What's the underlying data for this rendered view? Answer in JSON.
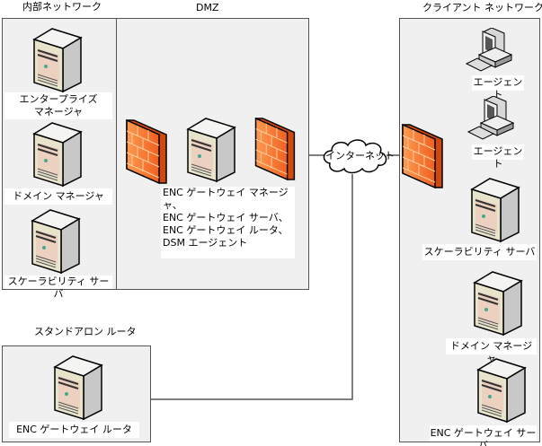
{
  "zones": {
    "internal": {
      "title": "内部ネットワーク",
      "nodes": [
        {
          "icon": "server-icon",
          "label": "エンタープライズ\nマネージャ"
        },
        {
          "icon": "server-icon",
          "label": "ドメイン マネージャ"
        },
        {
          "icon": "server-icon",
          "label": "スケーラビリティ サーバ"
        }
      ]
    },
    "dmz": {
      "title": "DMZ",
      "server_label": "ENC ゲートウェイ マネージャ、\nENC ゲートウェイ サーバ、\nENC ゲートウェイ ルータ、\nDSM エージェント"
    },
    "internet": {
      "label": "インターネット"
    },
    "standalone": {
      "title": "スタンドアロン ルータ",
      "node_label": "ENC ゲートウェイ ルータ"
    },
    "client": {
      "title": "クライアント ネットワーク",
      "nodes": [
        {
          "icon": "workstation-icon",
          "label": "エージェント"
        },
        {
          "icon": "workstation-icon",
          "label": "エージェント"
        },
        {
          "icon": "server-icon",
          "label": "スケーラビリティ サーバ"
        },
        {
          "icon": "server-icon",
          "label": "ドメイン マネージャ"
        },
        {
          "icon": "server-icon",
          "label": "ENC ゲートウェイ サーバ"
        }
      ]
    }
  },
  "colors": {
    "firewall": "#f47a30",
    "zone_fill": "#f0f0f0",
    "line": "#555555"
  }
}
